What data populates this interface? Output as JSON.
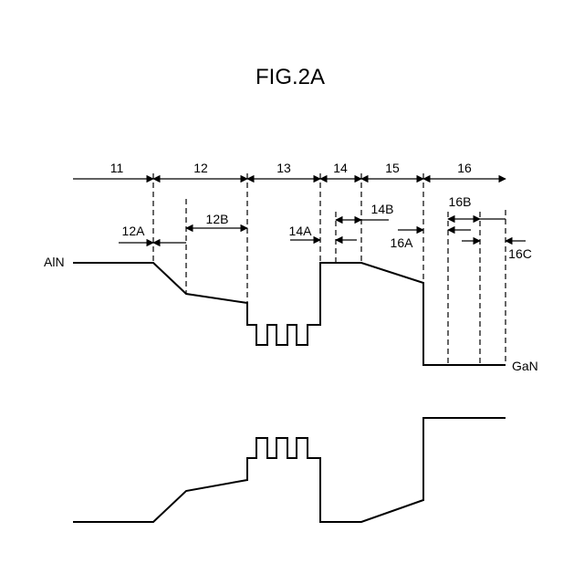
{
  "figure": {
    "title": "FIG.2A",
    "left_material": "AlN",
    "right_material": "GaN"
  },
  "regions": [
    "11",
    "12",
    "13",
    "14",
    "15",
    "16"
  ],
  "sub_regions": {
    "r12a": "12A",
    "r12b": "12B",
    "r14a": "14A",
    "r14b": "14B",
    "r16a": "16A",
    "r16b": "16B",
    "r16c": "16C"
  }
}
